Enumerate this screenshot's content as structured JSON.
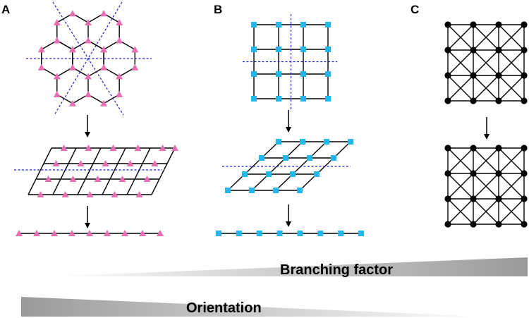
{
  "panels": {
    "a": {
      "label": "A"
    },
    "b": {
      "label": "B"
    },
    "c": {
      "label": "C"
    }
  },
  "wedges": {
    "branching": {
      "label": "Branching factor"
    },
    "orientation": {
      "label": "Orientation"
    }
  },
  "colors": {
    "triangle_marker": "#e56fb2",
    "square_marker": "#22b8ec",
    "node": "#000000",
    "edge": "#000000",
    "symmetry_axis": "#2222cc",
    "wedge_dark": "#9a9a9a",
    "wedge_light": "#ffffff"
  }
}
